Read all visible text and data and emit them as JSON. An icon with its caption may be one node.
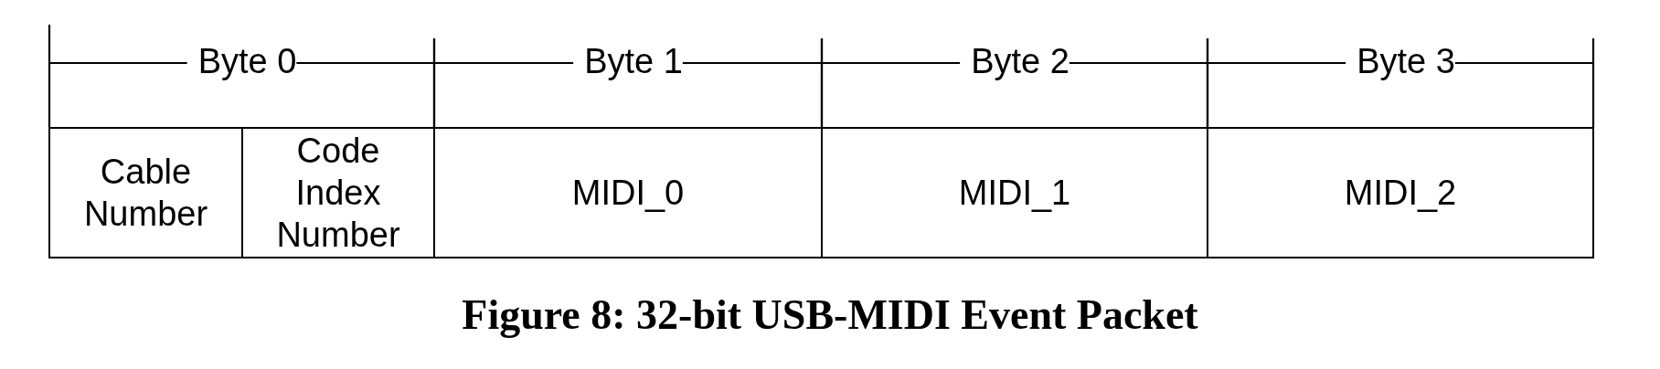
{
  "diagram": {
    "caption": "Figure 8: 32-bit USB-MIDI Event Packet",
    "nodes": [
      {
        "text": [
          "Cable Number"
        ]
      },
      {
        "text": [
          "Code Index Number"
        ]
      },
      {
        "text": [
          "MIDI_0"
        ]
      },
      {
        "text": [
          "MIDI_1"
        ]
      },
      {
        "text": [
          "MIDI_2"
        ]
      }
    ],
    "labels": [
      "Byte 0",
      "Byte 1",
      "Byte 2",
      "Byte 3"
    ]
  }
}
